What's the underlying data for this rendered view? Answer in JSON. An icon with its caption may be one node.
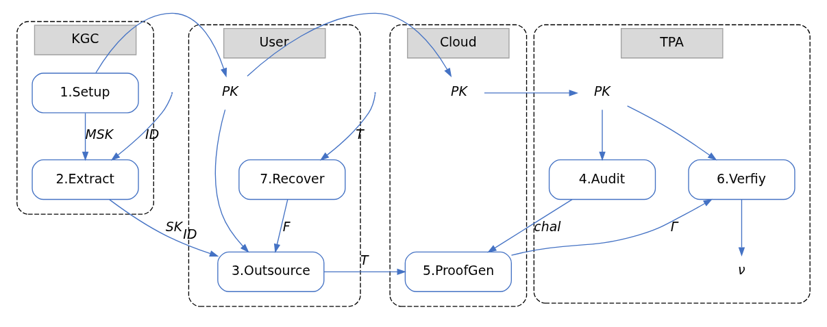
{
  "diagram": {
    "nodes": [
      {
        "text": [
          "KGC"
        ]
      },
      {
        "text": [
          "1.Setup"
        ],
        "in": 0
      },
      {
        "text": [
          "2.Extract"
        ],
        "in": 0
      },
      {
        "text": [
          "User"
        ]
      },
      {
        "text": [
          "PK"
        ],
        "in": 3
      },
      {
        "text": [
          "3.Outsource"
        ],
        "in": 3
      },
      {
        "text": [
          "7.Recover"
        ],
        "in": 3
      },
      {
        "text": [
          "Cloud"
        ]
      },
      {
        "text": [
          "PK"
        ],
        "in": 7
      },
      {
        "text": [
          "5.ProofGen"
        ],
        "in": 7
      },
      {
        "text": [
          "TPA"
        ]
      },
      {
        "text": [
          "PK"
        ],
        "in": 10
      },
      {
        "text": [
          "4.Audit"
        ],
        "in": 10
      },
      {
        "text": [
          "6.Verfiy"
        ],
        "in": 10
      },
      {
        "text": [
          "ν"
        ],
        "in": 10
      }
    ],
    "edges": [
      {
        "from": 1,
        "to": 4,
        "arrow": "to"
      },
      {
        "from": 4,
        "to": 8,
        "arrow": "to"
      },
      {
        "from": 8,
        "to": 11,
        "arrow": "to"
      },
      {
        "from": 1,
        "to": 2,
        "arrow": "to",
        "label": "MSK"
      },
      {
        "from": null,
        "to": 2,
        "arrow": "to",
        "label": "ID"
      },
      {
        "from": 11,
        "to": 12,
        "arrow": "to"
      },
      {
        "from": 11,
        "to": 13,
        "arrow": "to"
      },
      {
        "from": 4,
        "to": 5,
        "arrow": "to"
      },
      {
        "from": 12,
        "to": 9,
        "arrow": "to",
        "label": "chal"
      },
      {
        "from": 2,
        "to": 5,
        "arrow": "to",
        "label": "SK$_{ID}$"
      },
      {
        "from": 5,
        "to": 9,
        "arrow": "to",
        "label": "T"
      },
      {
        "from": 9,
        "to": 13,
        "arrow": "to",
        "label": "Γ"
      },
      {
        "from": 6,
        "to": 5,
        "arrow": "to",
        "label": "F"
      },
      {
        "from": null,
        "to": 6,
        "arrow": "to",
        "label": "T"
      },
      {
        "from": 13,
        "to": 14,
        "arrow": "to"
      }
    ]
  }
}
